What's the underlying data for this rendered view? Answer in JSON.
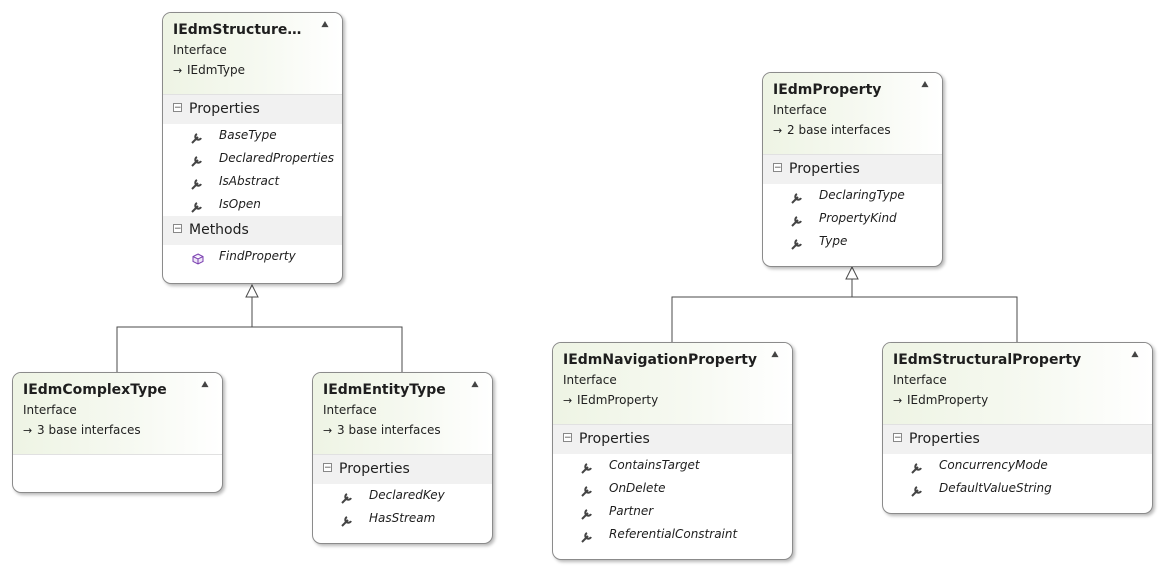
{
  "classes": {
    "structured": {
      "title": "IEdmStructured...",
      "stereotype": "Interface",
      "base": "IEdmType",
      "properties_label": "Properties",
      "properties": [
        "BaseType",
        "DeclaredProperties",
        "IsAbstract",
        "IsOpen"
      ],
      "methods_label": "Methods",
      "methods": [
        "FindProperty"
      ]
    },
    "complex": {
      "title": "IEdmComplexType",
      "stereotype": "Interface",
      "base": "3 base interfaces"
    },
    "entity": {
      "title": "IEdmEntityType",
      "stereotype": "Interface",
      "base": "3 base interfaces",
      "properties_label": "Properties",
      "properties": [
        "DeclaredKey",
        "HasStream"
      ]
    },
    "property": {
      "title": "IEdmProperty",
      "stereotype": "Interface",
      "base": "2 base interfaces",
      "properties_label": "Properties",
      "properties": [
        "DeclaringType",
        "PropertyKind",
        "Type"
      ]
    },
    "navigation": {
      "title": "IEdmNavigationProperty",
      "stereotype": "Interface",
      "base": "IEdmProperty",
      "properties_label": "Properties",
      "properties": [
        "ContainsTarget",
        "OnDelete",
        "Partner",
        "ReferentialConstraint"
      ]
    },
    "structural": {
      "title": "IEdmStructuralProperty",
      "stereotype": "Interface",
      "base": "IEdmProperty",
      "properties_label": "Properties",
      "properties": [
        "ConcurrencyMode",
        "DefaultValueString"
      ]
    }
  },
  "icons": {
    "collapse": "double-chevron-up-icon",
    "base": "inheritance-arrow-icon",
    "section_toggle": "minus-box-icon",
    "property": "wrench-icon",
    "method": "cube-method-icon"
  },
  "colors": {
    "header_tint": "#eef4e4",
    "border": "#8b8b8b",
    "section_bg": "#f1f1f1",
    "method_icon": "#7a3fb0",
    "connector": "#4a4a4a"
  }
}
